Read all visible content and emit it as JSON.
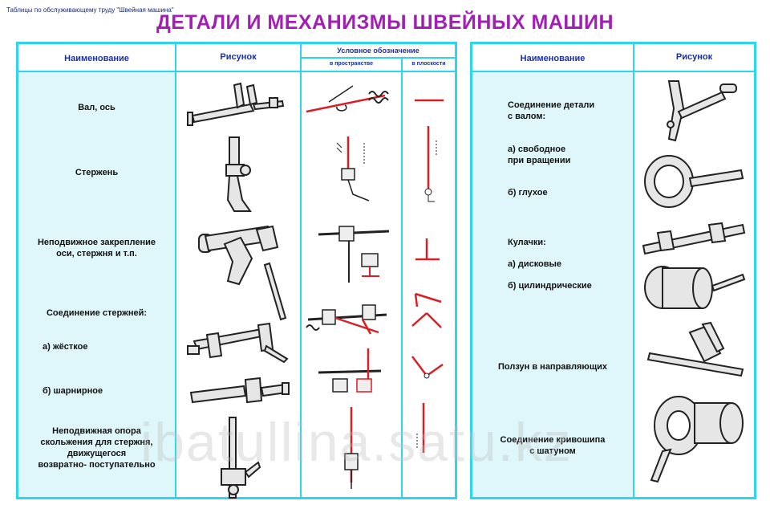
{
  "series_note": "Таблицы по обслуживающему труду \"Швейная машина\"",
  "title": "ДЕТАЛИ И МЕХАНИЗМЫ ШВЕЙНЫХ МАШИН",
  "left_table": {
    "col_name": "Наименование",
    "col_picture": "Рисунок",
    "col_symbol": "Условное обозначение",
    "col_space": "в пространстве",
    "col_plane": "в плоскости",
    "rows": [
      "Вал, ось",
      "Стержень",
      "Неподвижное закрепление",
      "оси, стержня и т.п.",
      "Соединение стержней:",
      "а) жёсткое",
      "б) шарнирное",
      "Неподвижная опора",
      "скольжения для стержня,",
      "движущегося",
      "возвратно- поступательно"
    ]
  },
  "right_table": {
    "col_name": "Наименование",
    "col_picture": "Рисунок",
    "rows": [
      "Соединение детали",
      "с валом:",
      "а) свободное",
      "при вращении",
      "б) глухое",
      "Кулачки:",
      "а) дисковые",
      "б) цилиндрические",
      "Ползун в направляющих",
      "Соединение кривошипа",
      "с шатуном"
    ]
  },
  "watermark": "ibatullina.satu.kz",
  "colors": {
    "title": "#a21fb4",
    "border": "#2bd6ee",
    "header": "#1b2fa8",
    "symbol": "#d81f26",
    "fill": "#dff7fb"
  }
}
